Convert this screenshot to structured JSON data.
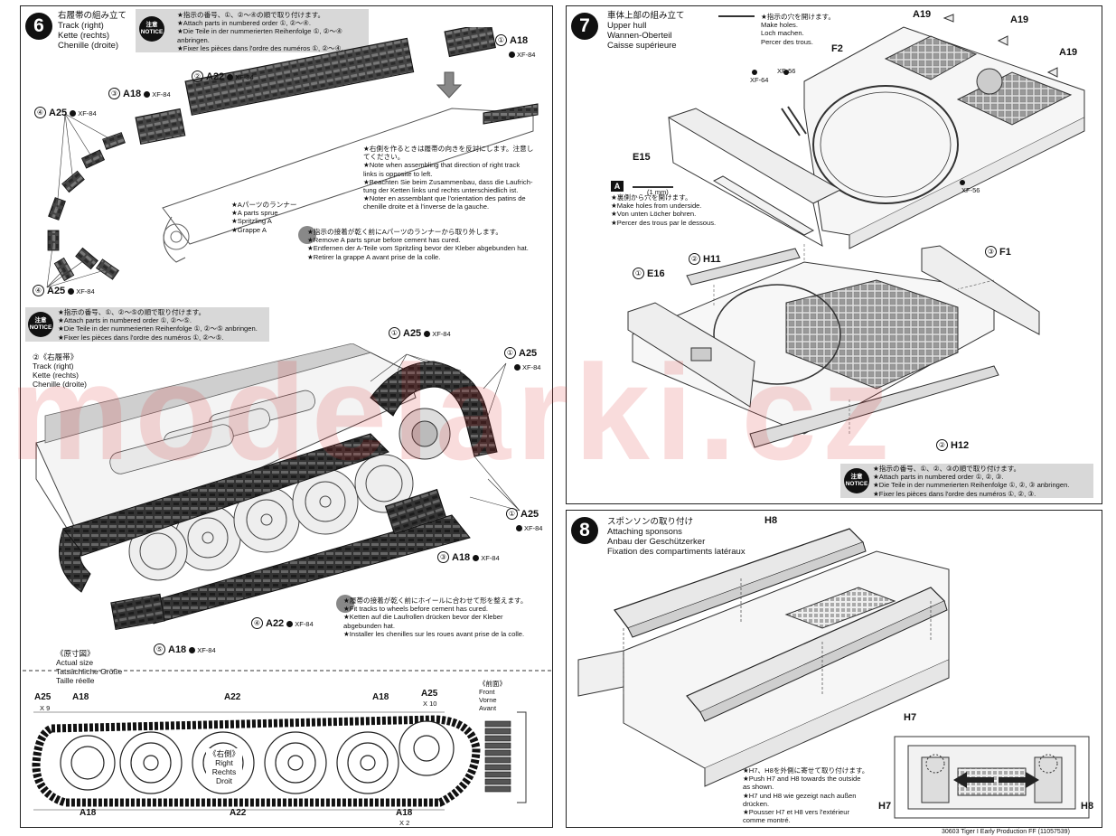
{
  "step6": {
    "number": "6",
    "title": [
      "右履帯の組み立て",
      "Track (right)",
      "Kette (rechts)",
      "Chenille (droite)"
    ],
    "notice_badge": [
      "注意",
      "NOTICE"
    ],
    "notice1": [
      "★指示の番号、①、②～④の順で取り付けます。",
      "★Attach parts in numbered order ①, ②～④.",
      "★Die Teile in der nummerierten Reihenfolge ①, ②～④",
      "anbringen.",
      "★Fixer les pièces dans l'ordre des numéros ①, ②～④."
    ],
    "note_right_track": [
      "★右側を作るときは履帯の向きを反対にします。注意し",
      "てください。",
      "★Note when assembling that direction of right track",
      "links is opposite to left.",
      "★Beachten Sie beim Zusammenbau, dass die Laufrich-",
      "tung der Ketten links und rechts unterschiedlich ist.",
      "★Noter en assemblant que l'orientation des patins de",
      "chenille droite et à l'inverse de la gauche."
    ],
    "sprue_note": [
      "★Aパーツのランナー",
      "★A parts sprue",
      "★Spritzling A",
      "★Grappe A"
    ],
    "note_remove": [
      "★指示の接着が乾く前にAパーツのランナーから取り外します。",
      "★Remove A parts sprue before cement has cured.",
      "★Entfernen der A-Teile vom Spritzling bevor der Kleber abgebunden hat.",
      "★Retirer la grappe A avant prise de la colle."
    ],
    "labels": [
      {
        "num": "①",
        "part": "A18",
        "paint": "XF-84"
      },
      {
        "num": "②",
        "part": "A22",
        "paint": "XF-84"
      },
      {
        "num": "③",
        "part": "A18",
        "paint": "XF-84"
      },
      {
        "num": "④",
        "part": "A25",
        "paint": "XF-84"
      },
      {
        "num": "④",
        "part": "A25",
        "paint": "XF-84"
      }
    ]
  },
  "step6b": {
    "notice2": [
      "★指示の番号、①、②～⑤の順で取り付けます。",
      "★Attach parts in numbered order ①, ②～⑤.",
      "★Die Teile in der nummerierten Reihenfolge ①, ②～⑤ anbringen.",
      "★Fixer les pièces dans l'ordre des numéros ①, ②～⑤."
    ],
    "track_title": [
      "②《右履帯》",
      "Track (right)",
      "Kette (rechts)",
      "Chenille (droite)"
    ],
    "note_fit": [
      "★履帯の接着が乾く前にホイールに合わせて形を整えます。",
      "★Fit tracks to wheels before cement has cured.",
      "★Ketten auf die Laufrollen drücken bevor der Kleber",
      "abgebunden hat.",
      "★Installer les chenilles sur les roues avant prise de la colle."
    ],
    "labels": [
      {
        "num": "①",
        "part": "A25",
        "paint": "XF-84"
      },
      {
        "num": "①",
        "part": "A25",
        "paint": "XF-84"
      },
      {
        "num": "①",
        "part": "A25",
        "paint": "XF-84"
      },
      {
        "num": "③",
        "part": "A18",
        "paint": "XF-84"
      },
      {
        "num": "④",
        "part": "A22",
        "paint": "XF-84"
      },
      {
        "num": "⑤",
        "part": "A18",
        "paint": "XF-84"
      }
    ],
    "actual_size": [
      "《原寸図》",
      "Actual size",
      "Tatsächliche Größe",
      "Taille réelle"
    ],
    "front_label": [
      "《前面》",
      "Front",
      "Vorne",
      "Avant"
    ],
    "right_side": [
      "《右側》",
      "Right",
      "Rechts",
      "Droit"
    ],
    "measure": {
      "a25": "A25",
      "x9": "X 9",
      "a18": "A18",
      "a22": "A22",
      "x10": "X 10",
      "x2": "X 2"
    }
  },
  "step7": {
    "number": "7",
    "title": [
      "車体上部の組み立て",
      "Upper hull",
      "Wannen-Oberteil",
      "Caisse supérieure"
    ],
    "holes_top": [
      "★指示の穴を開けます。",
      "Make holes.",
      "Loch machen.",
      "Percer des trous."
    ],
    "holes_under": [
      "★裏側から穴を開けます。",
      "★Make holes from underside.",
      "★Von unten Löcher bohren.",
      "★Percer des trous par le dessous."
    ],
    "drill": "(1 mm)",
    "drill_tag": "A",
    "parts": {
      "a19": "A19",
      "f2": "F2",
      "e15": "E15",
      "xf64": "XF-64",
      "xf56": "XF-56",
      "h11": "H11",
      "e16": "E16",
      "f1": "F1",
      "h12": "H12"
    },
    "nums": {
      "one": "①",
      "two": "②",
      "three": "③"
    },
    "notice3": [
      "★指示の番号、①、②、③の順で取り付けます。",
      "★Attach parts in numbered order ①, ②, ③.",
      "★Die Teile in der nummerierten Reihenfolge ①, ②, ③ anbringen.",
      "★Fixer les pièces dans l'ordre des numéros ①, ②, ③."
    ]
  },
  "step8": {
    "number": "8",
    "title": [
      "スポンソンの取り付け",
      "Attaching sponsons",
      "Anbau der Geschützerker",
      "Fixation des compartiments latéraux"
    ],
    "h8": "H8",
    "h7": "H7",
    "push_note": [
      "★H7、H8を外側に寄せて取り付けます。",
      "★Push H7 and H8 towards the outside",
      "as shown.",
      "★H7 und H8 wie gezeigt nach außen",
      "drücken.",
      "★Pousser H7 et H8 vers l'extérieur",
      "comme montré."
    ]
  },
  "footer": "30603 Tiger I Early Production FF (11057539)",
  "watermark": "modelarki.cz"
}
